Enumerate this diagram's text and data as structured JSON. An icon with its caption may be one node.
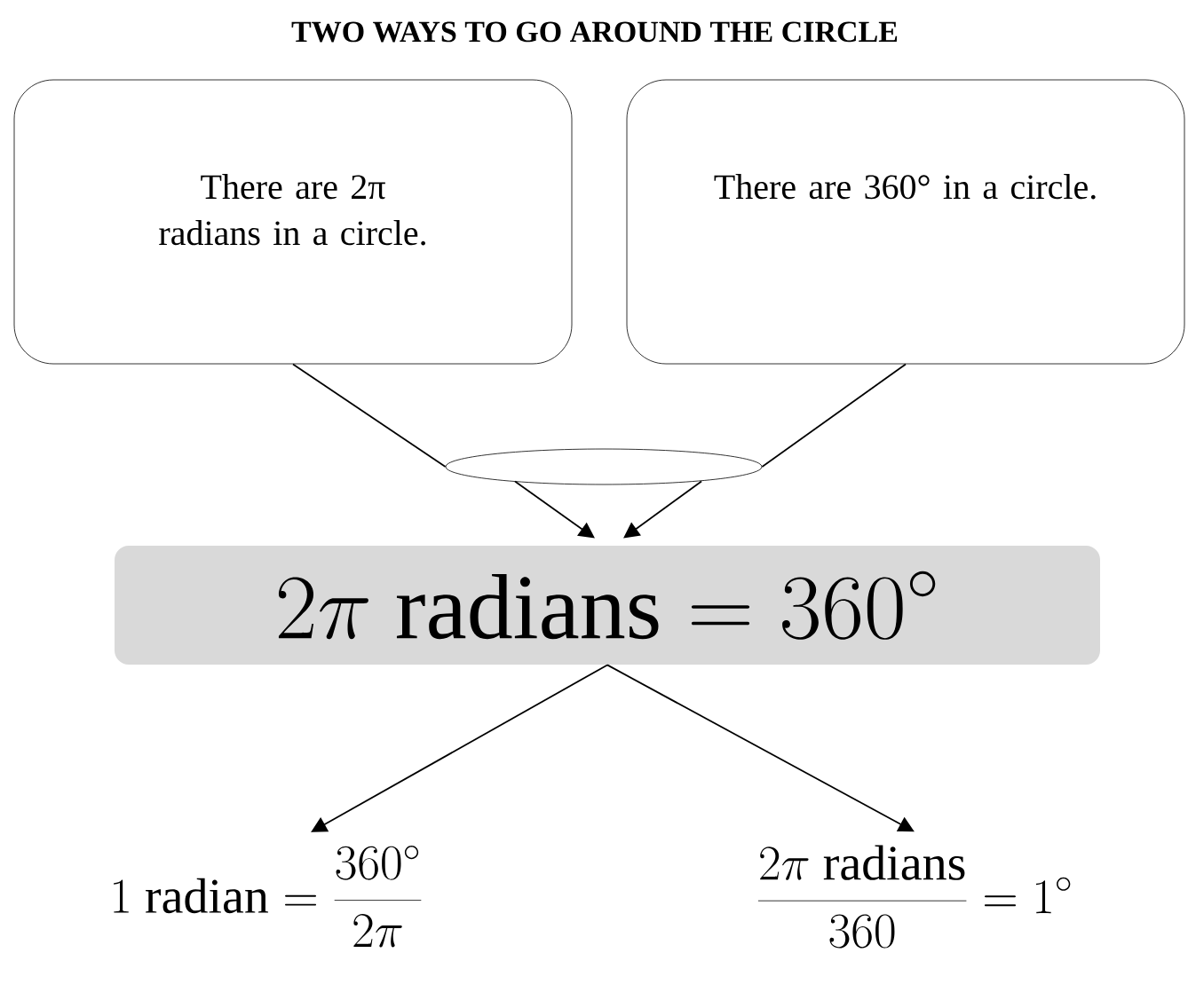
{
  "diagram": {
    "title": "TWO WAYS TO GO AROUND THE CIRCLE",
    "nodes": [
      {
        "text": [
          "There are 2π radians in a circle."
        ]
      },
      {
        "text": [
          "There are 360° in a circle."
        ]
      },
      {
        "text": [],
        "shape": "ellipse"
      },
      {
        "text": [
          "2\\pi\\ \\mathrm{radians} = 360^{\\circ}"
        ]
      },
      {
        "text": [
          "1\\ \\mathrm{radian} = \\frac{360^{\\circ}}{2\\pi}"
        ]
      },
      {
        "text": [
          "\\frac{2\\pi\\ \\mathrm{radians}}{360} = 1^{\\circ}"
        ]
      }
    ],
    "edges": [
      {
        "from": 0,
        "to": 2,
        "arrow": "none"
      },
      {
        "from": 1,
        "to": 2,
        "arrow": "none"
      },
      {
        "from": 2,
        "to": 3,
        "arrow": "to"
      },
      {
        "from": 2,
        "to": 3,
        "arrow": "to"
      },
      {
        "from": 3,
        "to": 4,
        "arrow": "to"
      },
      {
        "from": 3,
        "to": 5,
        "arrow": "to"
      }
    ]
  }
}
